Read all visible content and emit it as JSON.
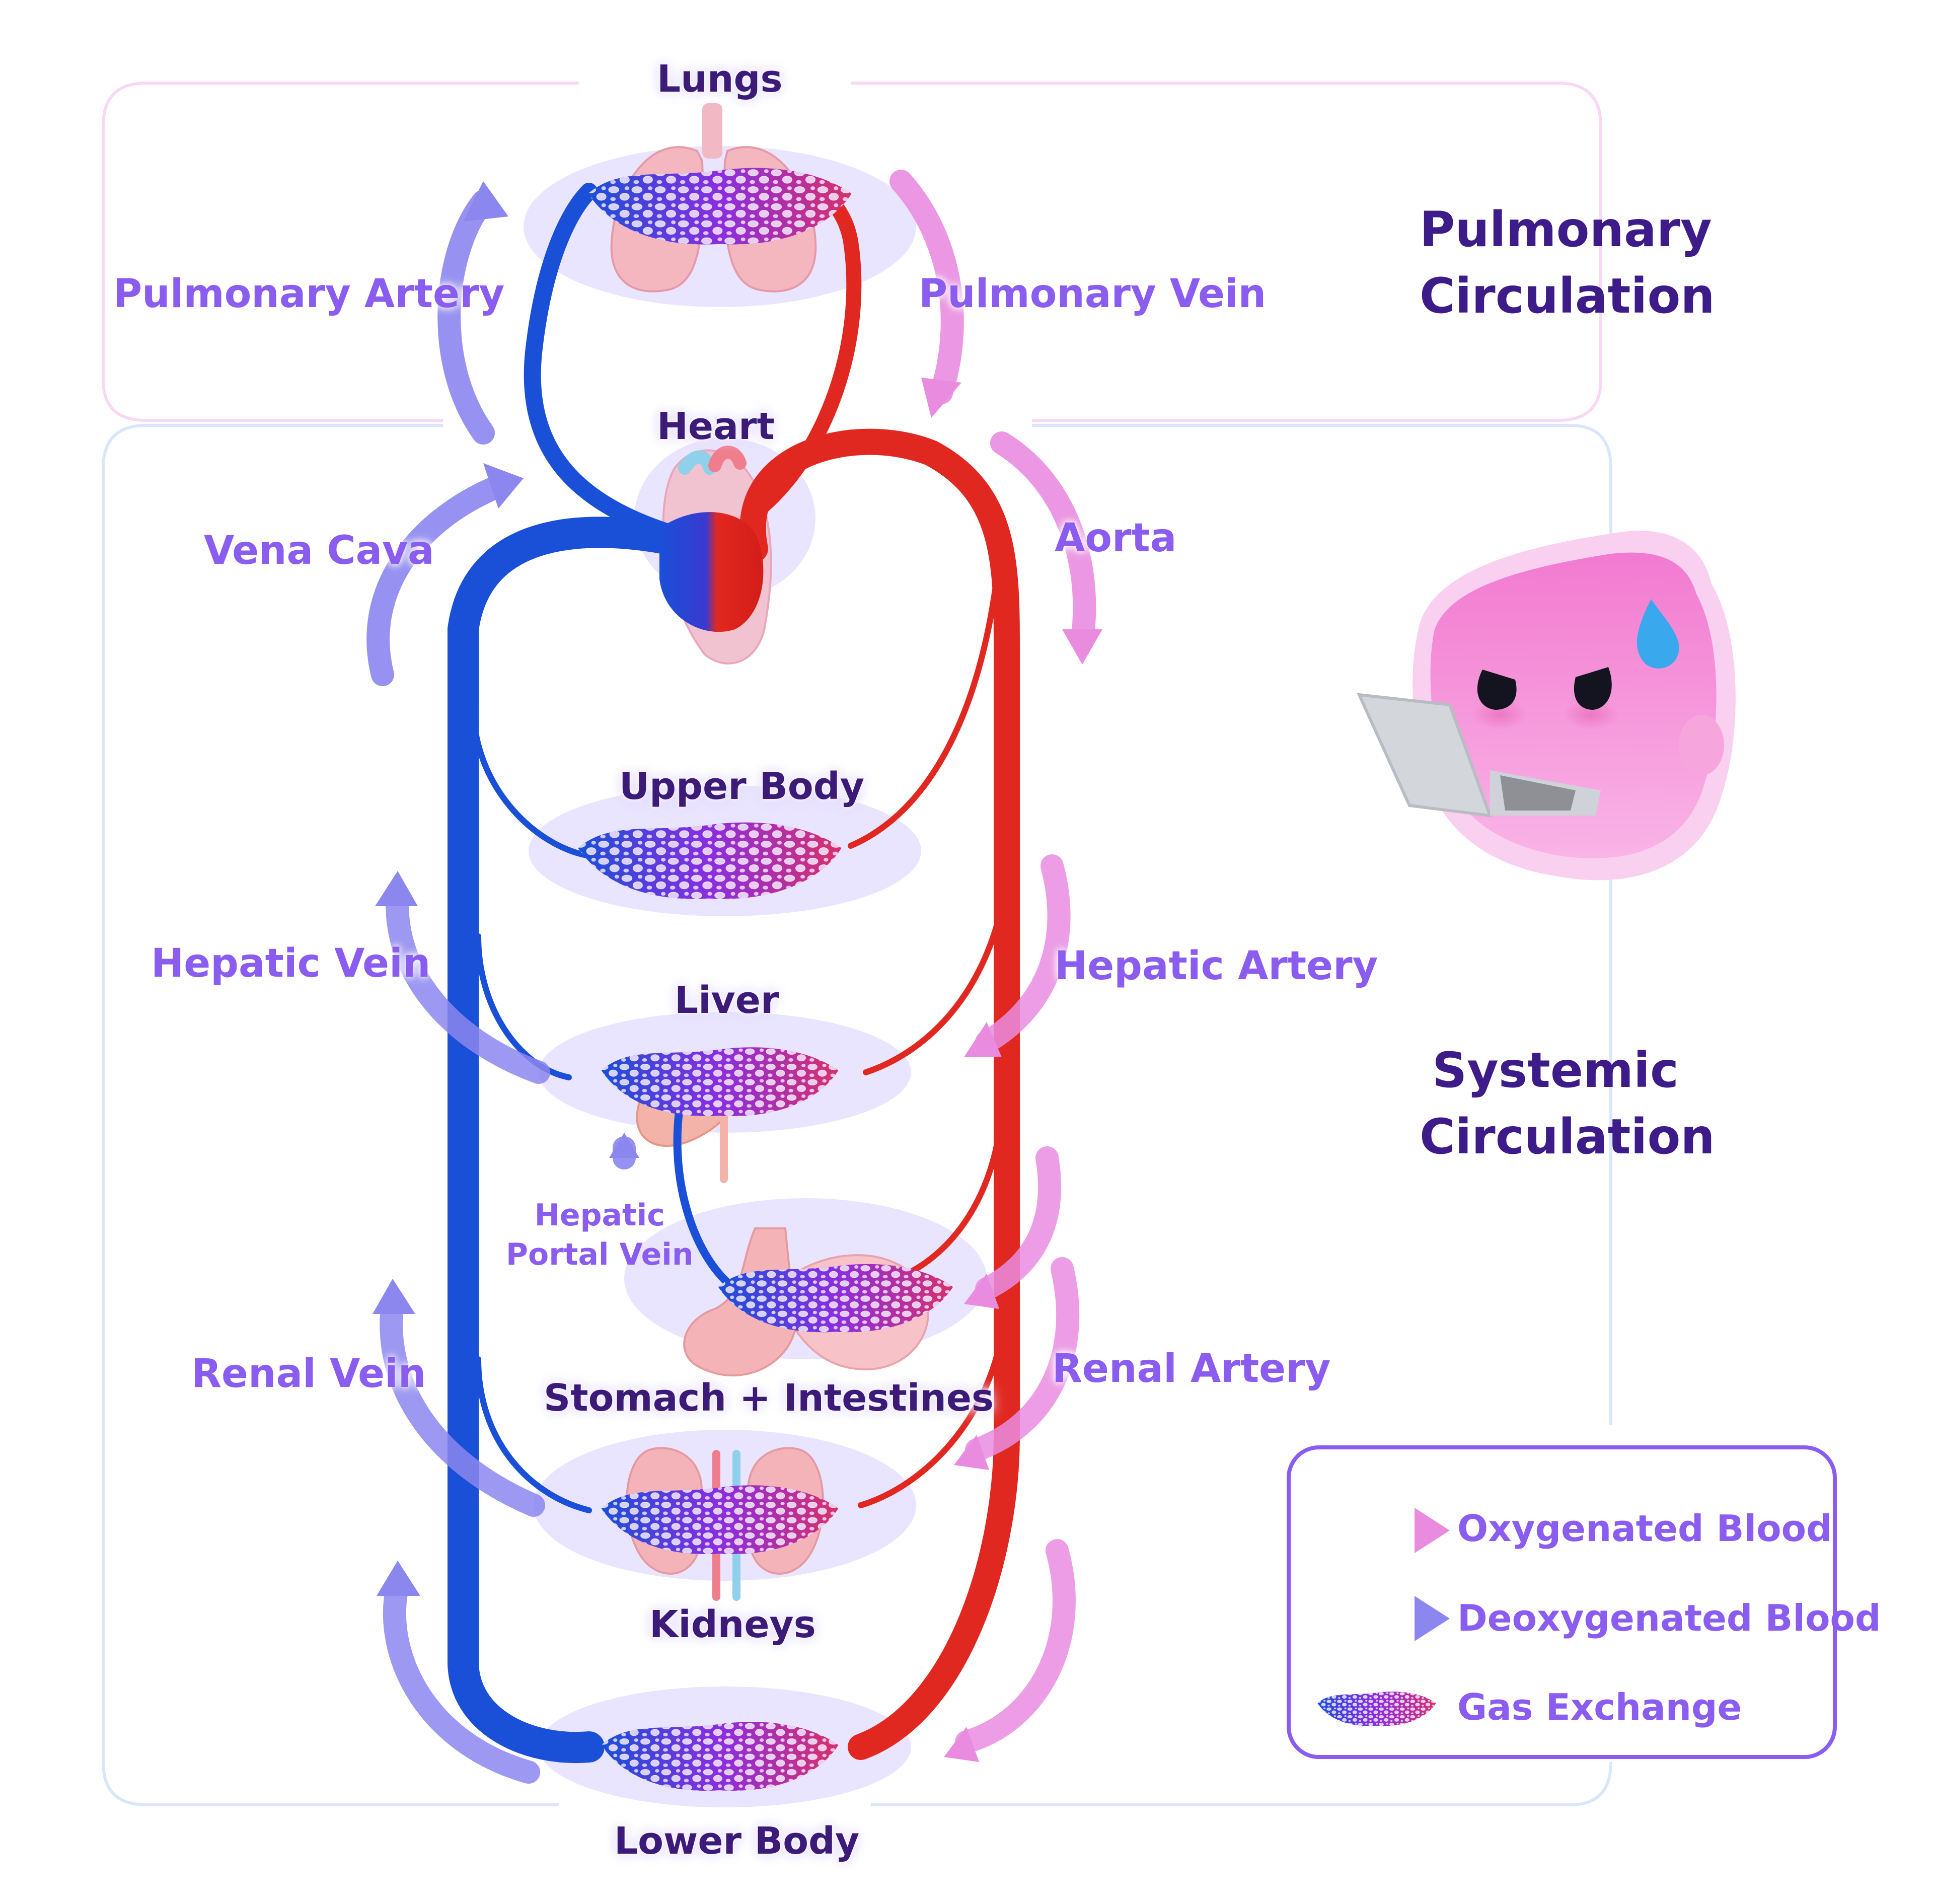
{
  "colors": {
    "oxygenated": "#e02820",
    "deoxygenated": "#1a4fd8",
    "oxygenated_arrow": "#e98ce0",
    "deoxygenated_arrow": "#8c86ef",
    "exchange_purple": "#8a2ee0",
    "text_dark": "#3b1a78",
    "text_label": "#8a5cf0",
    "pulmonary_frame": "#f8d8f4",
    "systemic_frame": "#d9e6fb",
    "mascot_pink": "#f49ad8"
  },
  "organs": {
    "lungs": "Lungs",
    "heart": "Heart",
    "upper_body": "Upper Body",
    "liver": "Liver",
    "stomach": "Stomach + Intestines",
    "kidneys": "Kidneys",
    "lower_body": "Lower Body"
  },
  "vessels": {
    "pulmonary_artery": "Pulmonary Artery",
    "pulmonary_vein": "Pulmonary Vein",
    "vena_cava": "Vena Cava",
    "aorta": "Aorta",
    "hepatic_vein": "Hepatic Vein",
    "hepatic_artery": "Hepatic Artery",
    "hepatic_portal_vein_line1": "Hepatic",
    "hepatic_portal_vein_line2": "Portal Vein",
    "renal_vein": "Renal Vein",
    "renal_artery": "Renal Artery"
  },
  "sections": {
    "pulmonary_line1": "Pulmonary",
    "pulmonary_line2": "Circulation",
    "systemic_line1": "Systemic",
    "systemic_line2": "Circulation"
  },
  "legend": {
    "oxygenated": "Oxygenated Blood",
    "deoxygenated": "Deoxygenated Blood",
    "gas_exchange": "Gas Exchange"
  },
  "icons": {
    "mascot": "pink-blob-with-laptop-icon",
    "exchange": "capillary-bed-icon",
    "flow": "flow-arrow-icon"
  }
}
